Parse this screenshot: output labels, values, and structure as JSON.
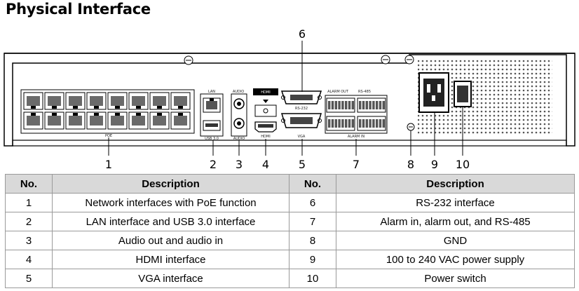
{
  "title": "Physical Interface",
  "panel": {
    "port_labels": {
      "poe": "POE",
      "lan": "LAN",
      "usb": "USB 3.0",
      "audio_top": "AUDIO",
      "audio_bottom": "AUDIO",
      "hdmi": "HDMI",
      "hdmi_logo": "HDMI",
      "rs232": "RS-232",
      "vga": "VGA",
      "alarm_out": "ALARM OUT",
      "rs485": "RS-485",
      "alarm_in": "ALARM IN"
    },
    "callouts": [
      "1",
      "2",
      "3",
      "4",
      "5",
      "6",
      "7",
      "8",
      "9",
      "10"
    ]
  },
  "table": {
    "headers": [
      "No.",
      "Description",
      "No.",
      "Description"
    ],
    "rows": [
      {
        "no_a": "1",
        "desc_a": "Network interfaces with PoE function",
        "no_b": "6",
        "desc_b": "RS-232 interface"
      },
      {
        "no_a": "2",
        "desc_a": "LAN interface and USB 3.0 interface",
        "no_b": "7",
        "desc_b": "Alarm in, alarm out, and RS-485"
      },
      {
        "no_a": "3",
        "desc_a": "Audio out and audio in",
        "no_b": "8",
        "desc_b": "GND"
      },
      {
        "no_a": "4",
        "desc_a": "HDMI interface",
        "no_b": "9",
        "desc_b": "100 to 240 VAC power supply"
      },
      {
        "no_a": "5",
        "desc_a": "VGA interface",
        "no_b": "10",
        "desc_b": "Power switch"
      }
    ]
  }
}
